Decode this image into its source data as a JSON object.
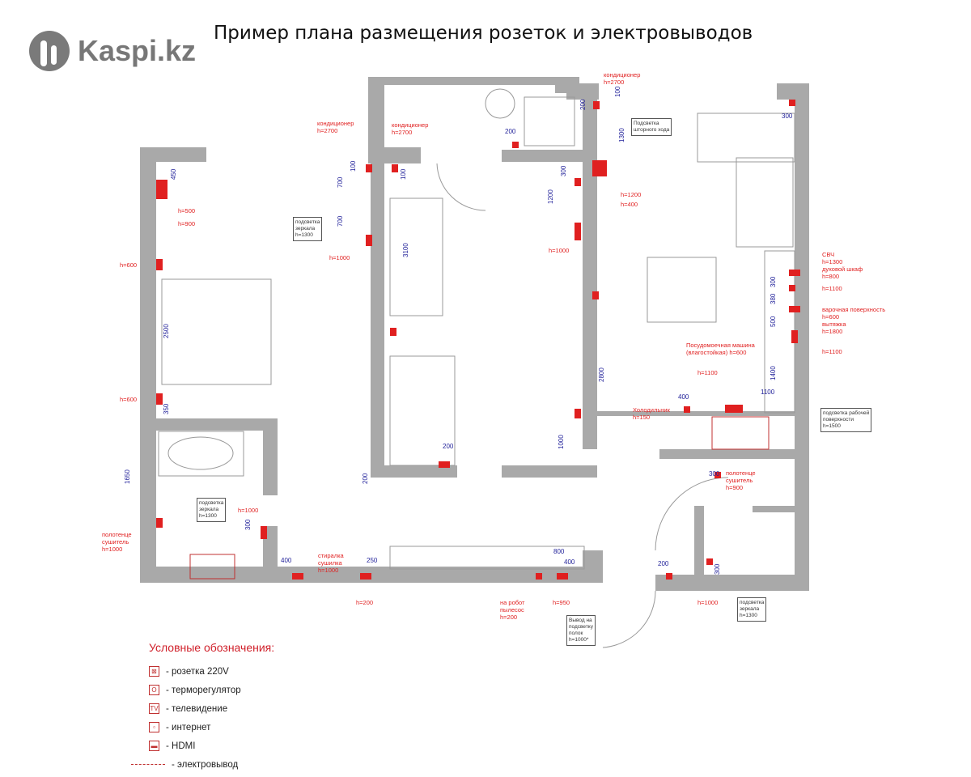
{
  "logo": {
    "text": "Kaspi.kz"
  },
  "title": "Пример плана размещения розеток и электровыводов",
  "labels": {
    "ac1": "кондиционер\nh=2700",
    "ac2": "кондиционер\nh=2700",
    "ac3": "кондиционер\nh=2700",
    "mirror1": "подсветка\nзеркала\nh=1300",
    "curtain": "Подсветка\nшторного хода",
    "h1200": "h=1200",
    "h400": "h=400",
    "h1000a": "h=1000",
    "h1000b": "h=1000",
    "h500": "h=500",
    "h900": "h=900",
    "h600a": "h=600",
    "h600b": "h=600",
    "svch": "СВЧ\nh=1300\nдуховой шкаф\nh=800",
    "h1100a": "h=1100",
    "hob": "варочная поверхность\nh=600\nвытяжка\nh=1800",
    "h1100b": "h=1100",
    "dish": "Посудомоечная машина\n(влагостойкая) h=600",
    "h1100c": "h=1100",
    "fridge": "Холодильник\nh=150",
    "worktop": "подсветка рабочей\nповерхности\nh=1500",
    "towel1": "полотенце\nсушитель\nh=1000",
    "mirror2": "подсветка\nзеркала\nh=1300",
    "h1000c": "h=1000",
    "washer": "стиралка\nсушилка\nh=1000",
    "h200": "h=200",
    "robot": "на робот\nпылесос\nh=200",
    "h950": "h=950",
    "shelf": "Вывод на\nподсветку\nполок\nh=1000*",
    "towel2": "полотенце\nсушитель\nh=900",
    "h1000d": "h=1000",
    "mirror3": "подсветка\nзеркала\nh=1300"
  },
  "dims": {
    "d450": "450",
    "d100a": "100",
    "d100b": "100",
    "d700a": "700",
    "d700b": "700",
    "d3100": "3100",
    "d2500": "2500",
    "d350": "350",
    "d200a": "200",
    "d200b": "200",
    "d1200": "1200",
    "d300a": "300",
    "d1300": "1300",
    "d100c": "100",
    "d300b": "300",
    "d2800": "2800",
    "d1000": "1000",
    "d200c": "200",
    "d200d": "200",
    "d300c": "300",
    "d380": "380",
    "d500": "500",
    "d1400": "1400",
    "d1100": "1100",
    "d400a": "400",
    "d300d": "300",
    "d1650": "1650",
    "d300e": "300",
    "d400b": "400",
    "d250": "250",
    "d800": "800",
    "d400c": "400",
    "d200e": "200",
    "d300f": "300"
  },
  "legend": {
    "title": "Условные обозначения:",
    "items": [
      {
        "icon": "socket-icon",
        "sym": "⊠",
        "label": "- розетка 220V"
      },
      {
        "icon": "thermostat-icon",
        "sym": "O",
        "label": "- терморегулятор"
      },
      {
        "icon": "tv-icon",
        "sym": "TV",
        "label": "- телевидение"
      },
      {
        "icon": "internet-icon",
        "sym": "▫",
        "label": "- интернет"
      },
      {
        "icon": "hdmi-icon",
        "sym": "▬",
        "label": "- HDMI"
      },
      {
        "icon": "dashed-line-icon",
        "sym": "",
        "label": "- электровывод"
      }
    ]
  },
  "colors": {
    "wall": "#a9a9a9",
    "socket": "#e02020",
    "dim": "#22229a"
  }
}
